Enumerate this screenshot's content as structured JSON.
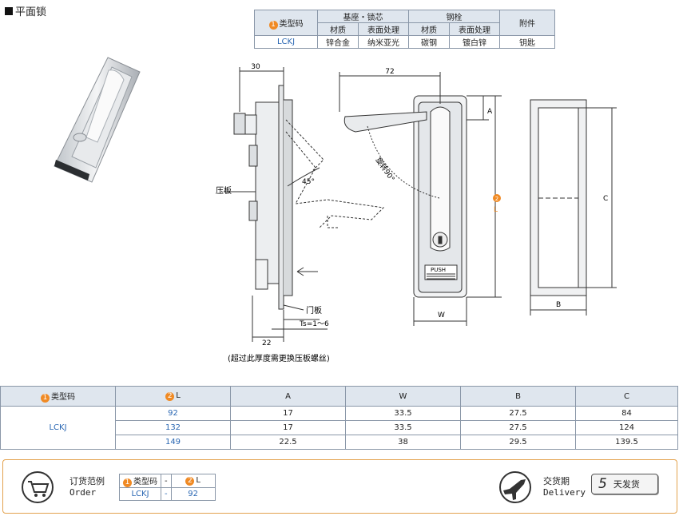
{
  "title": "平面锁",
  "spec": {
    "col_type": "类型码",
    "col_base": "基座・锁芯",
    "col_bolt": "钢栓",
    "col_acc": "附件",
    "material": "材质",
    "surface": "表面处理",
    "type_code": "LCKJ",
    "base_material": "锌合金",
    "base_surface": "纳米亚光",
    "bolt_material": "碳钢",
    "bolt_surface": "镀白锌",
    "accessory": "钥匙"
  },
  "drawing": {
    "dim_30": "30",
    "dim_72": "72",
    "label_A": "A",
    "label_L": "L",
    "label_C": "C",
    "label_W": "W",
    "label_B": "B",
    "dim_22": "22",
    "angle_45": "45°",
    "rotate": "旋转90°",
    "pressure_plate": "压板",
    "door_plate": "门板",
    "ts": "Ts=1～6",
    "push": "PUSH",
    "note": "(超过此厚度需更换压板螺丝)"
  },
  "table": {
    "headers": [
      "类型码",
      "L",
      "A",
      "W",
      "B",
      "C"
    ],
    "type_code": "LCKJ",
    "rows": [
      [
        "92",
        "17",
        "33.5",
        "27.5",
        "84"
      ],
      [
        "132",
        "17",
        "33.5",
        "27.5",
        "124"
      ],
      [
        "149",
        "22.5",
        "38",
        "29.5",
        "139.5"
      ]
    ]
  },
  "order": {
    "label_cn": "订货范例",
    "label_en": "Order",
    "col_type": "类型码",
    "dash": "-",
    "col_L": "L",
    "type_code": "LCKJ",
    "L_value": "92",
    "delivery_cn": "交货期",
    "delivery_en": "Delivery",
    "days": "5",
    "days_text": "天发货"
  },
  "markers": {
    "one": "1",
    "two": "2"
  },
  "colors": {
    "marker": "#f08a24",
    "value_blue": "#2a67b3",
    "header_bg": "#dfe6ee",
    "order_border": "#e3a24e"
  }
}
